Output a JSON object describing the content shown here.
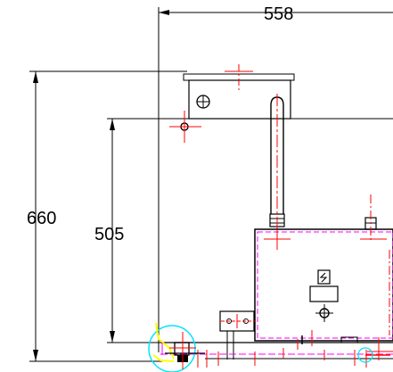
{
  "dimensions": {
    "top_width": "558",
    "overall_height": "660",
    "inner_height": "505"
  },
  "colors": {
    "outline": "#000000",
    "centerline": "#ff0000",
    "hidden": "#ff00ff",
    "highlight": "#00e5ff",
    "accent": "#ffff00"
  },
  "symbols": {
    "electrical": "lightning-box-icon",
    "port": "circle-cross-icon"
  }
}
